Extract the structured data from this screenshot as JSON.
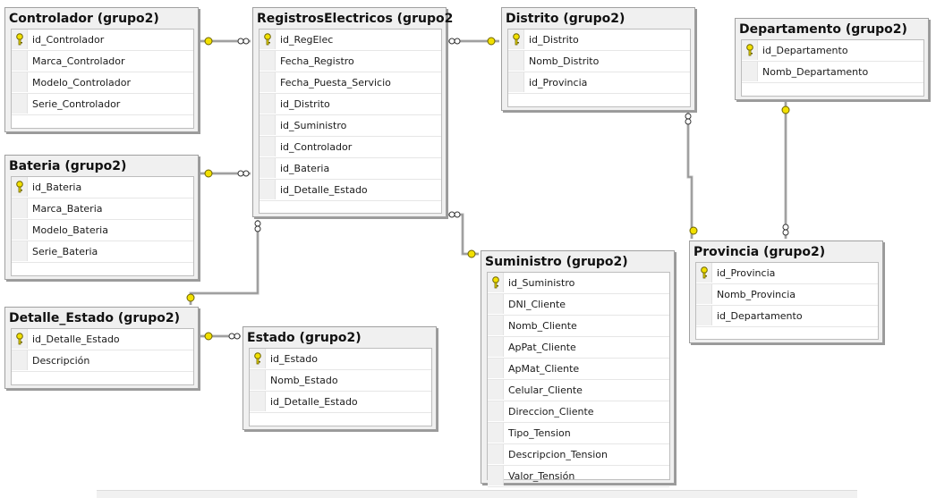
{
  "diagram": {
    "tables": {
      "controlador": {
        "title": "Controlador (grupo2)",
        "rows": [
          "id_Controlador",
          "Marca_Controlador",
          "Modelo_Controlador",
          "Serie_Controlador"
        ]
      },
      "bateria": {
        "title": "Bateria (grupo2)",
        "rows": [
          "id_Bateria",
          "Marca_Bateria",
          "Modelo_Bateria",
          "Serie_Bateria"
        ]
      },
      "detalle_estado": {
        "title": "Detalle_Estado (grupo2)",
        "rows": [
          "id_Detalle_Estado",
          "Descripción"
        ]
      },
      "registros": {
        "title": "RegistrosElectricos (grupo2",
        "rows": [
          "id_RegElec",
          "Fecha_Registro",
          "Fecha_Puesta_Servicio",
          "id_Distrito",
          "id_Suministro",
          "id_Controlador",
          "id_Bateria",
          "id_Detalle_Estado"
        ]
      },
      "estado": {
        "title": "Estado (grupo2)",
        "rows": [
          "id_Estado",
          "Nomb_Estado",
          "id_Detalle_Estado"
        ]
      },
      "distrito": {
        "title": "Distrito (grupo2)",
        "rows": [
          "id_Distrito",
          "Nomb_Distrito",
          "id_Provincia"
        ]
      },
      "suministro": {
        "title": "Suministro (grupo2)",
        "rows": [
          "id_Suministro",
          "DNI_Cliente",
          "Nomb_Cliente",
          "ApPat_Cliente",
          "ApMat_Cliente",
          "Celular_Cliente",
          "Direccion_Cliente",
          "Tipo_Tension",
          "Descripcion_Tension",
          "Valor_Tensión"
        ]
      },
      "departamento": {
        "title": "Departamento (grupo2)",
        "rows": [
          "id_Departamento",
          "Nomb_Departamento"
        ]
      },
      "provincia": {
        "title": "Provincia (grupo2)",
        "rows": [
          "id_Provincia",
          "Nomb_Provincia",
          "id_Departamento"
        ]
      }
    },
    "primary_key_icon": "key-icon",
    "colors": {
      "key": "#f2e000",
      "link": "#888888",
      "title_bg": "#f0f0f0"
    }
  }
}
